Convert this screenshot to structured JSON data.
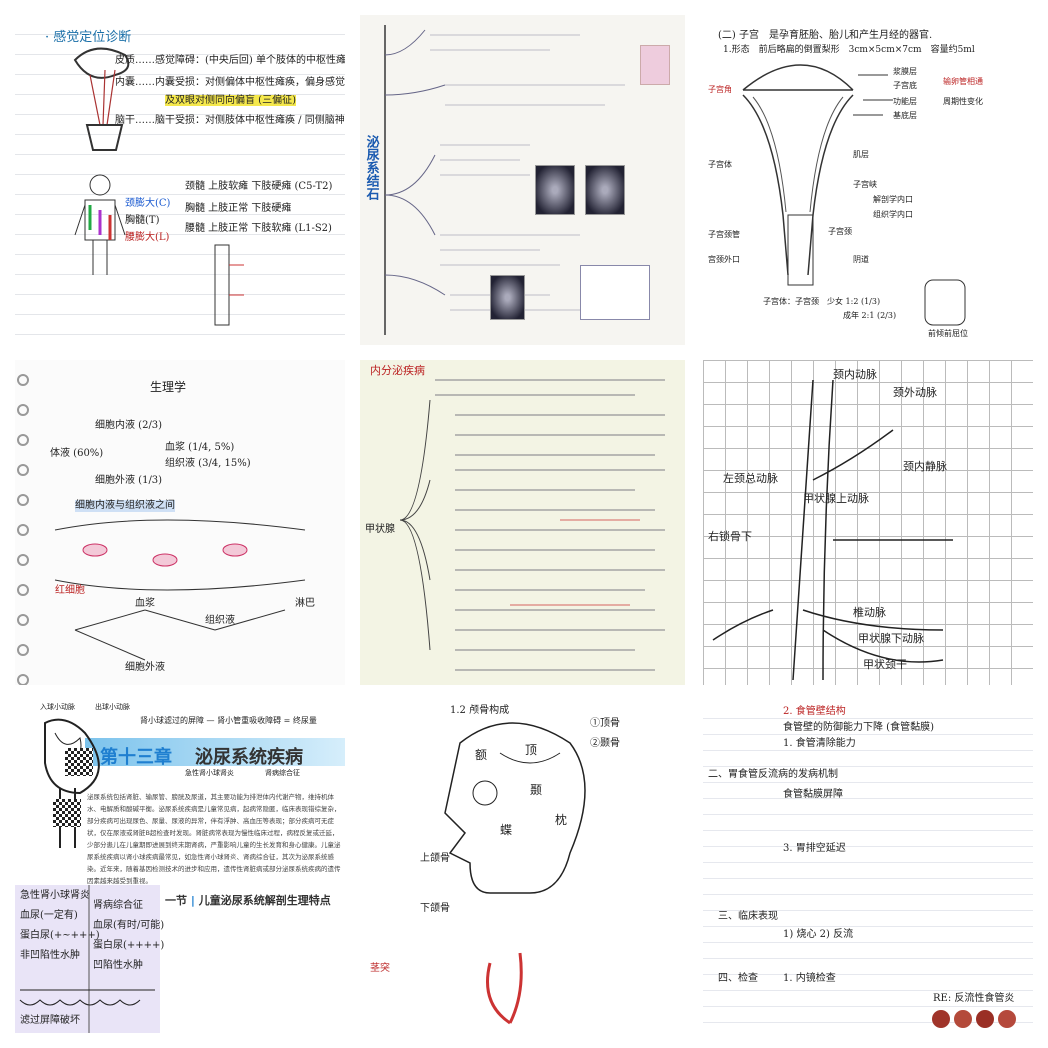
{
  "panels": {
    "neuro": {
      "title": "· 感觉定位诊断",
      "lines": [
        "皮质……感觉障碍：(中央后回) 单个肢体的中枢性瘫痪 (常见)",
        "内囊……内囊受损：对侧偏体中枢性瘫痪，偏身感觉障碍等",
        "及双眼对侧同向偏盲 (三偏征)",
        "脑干……脑干受损：对侧肢体中枢性瘫痪 / 同侧脑神经瘫",
        "颈膨大(C)",
        "胸髓(T)",
        "腰膨大(L)",
        "颈髓 上肢软瘫 下肢硬瘫 (C5-T2)",
        "胸髓 上肢正常 下肢硬瘫",
        "腰髓 上肢正常 下肢软瘫 (L1-S2)"
      ]
    },
    "mindmap": {
      "title": "泌尿系结石"
    },
    "uterus": {
      "title": "(二) 子宫　是孕育胚胎、胎儿和产生月经的器官.",
      "subtitle": "1.形态　前后略扁的倒置梨形　3cm×5cm×7cm　容量约5ml",
      "labels": [
        "浆膜层",
        "子宫底",
        "肌层",
        "功能层",
        "基底层",
        "子宫角",
        "输卵管相通",
        "周期性变化",
        "子宫体",
        "子宫颈",
        "子宫峡",
        "解剖学内口",
        "组织学内口",
        "子宫颈管",
        "阴道",
        "宫颈外口"
      ],
      "notes": [
        "子宫体：子宫颈　少女 1:2 (1/3)",
        "成年 2:1 (2/3)",
        "前倾前屈位"
      ]
    },
    "physiology": {
      "title": "生理学",
      "lines": [
        "细胞内液 (2/3)",
        "细胞外液 (1/3)",
        "血浆 (1/4, 5%)",
        "组织液 (3/4, 15%)",
        "体液 (60%)",
        "细胞内液与组织液之间",
        "红细胞",
        "血浆",
        "组织液",
        "淋巴",
        "细胞外液"
      ]
    },
    "endocrine": {
      "title": "内分泌疾病",
      "branch": "甲状腺"
    },
    "anatomy_grid": {
      "labels": [
        "颈内动脉",
        "颈外动脉",
        "甲状腺上动脉",
        "左颈总动脉",
        "右锁骨下",
        "甲状腺下动脉",
        "甲状颈干",
        "颈内静脉",
        "椎动脉"
      ]
    },
    "pediatrics": {
      "annotations": [
        "入球小动脉",
        "出球小动脉",
        "肾小球滤过的屏障 — 肾小管重吸收障碍 = 终尿量",
        "急性肾小球肾炎",
        "肾病综合征"
      ],
      "chapter_num": "第十三章",
      "chapter_title": "泌尿系统疾病",
      "body": "泌尿系统包括肾脏、输尿管、膀胱及尿道，其主要功能为排泄体内代谢产物，维持机体水、电解质和酸碱平衡。泌尿系统疾病是儿童常见病，起病常隐匿，临床表现错综复杂，部分疾病可出现尿色、尿量、尿液的异常，伴有浮肿、高血压等表现；部分疾病可无症状，仅在尿液或肾脏B超检查时发现。肾脏病常表现为慢性临床过程，病程反复或迁延，少部分患儿在儿童期即进展到终末期肾病，严重影响儿童的生长发育和身心健康。儿童泌尿系统疾病以肾小球疾病最常见，如急性肾小球肾炎、肾病综合征，其次为泌尿系统感染。近年来，随着基因检测技术的进步和应用，遗传性肾脏病或部分泌尿系统疾病的遗传因素越来越受到重视。",
      "section_prefix": "一节",
      "section_title": "儿童泌尿系统解剖生理特点",
      "sticky": [
        "急性肾小球肾炎",
        "血尿(一定有)",
        "蛋白尿(+~+++)",
        "非凹陷性水肿",
        "肾病综合征",
        "血尿(有时/可能)",
        "蛋白尿(++++)",
        "凹陷性水肿",
        "滤过屏障破坏"
      ]
    },
    "skull": {
      "labels": [
        "1.2 颅骨构成",
        "①顶骨",
        "②颞骨",
        "顶",
        "颞",
        "额",
        "枕",
        "蝶",
        "上颌骨",
        "下颌骨",
        "茎突"
      ]
    },
    "esophagus": {
      "lines": [
        "2. 食管壁结构",
        "食管壁的防御能力下降 (食管黏膜)",
        "1. 食管清除能力",
        "二、胃食管反流病的发病机制",
        "食管黏膜屏障",
        "3. 胃排空延迟",
        "三、临床表现",
        "1) 烧心  2) 反流",
        "四、检查",
        "1. 内镜检查",
        "RE: 反流性食管炎"
      ]
    }
  },
  "colors": {
    "accent_blue": "#1f7fd0",
    "note_red": "#b22222",
    "highlight": "#f5e84c"
  }
}
